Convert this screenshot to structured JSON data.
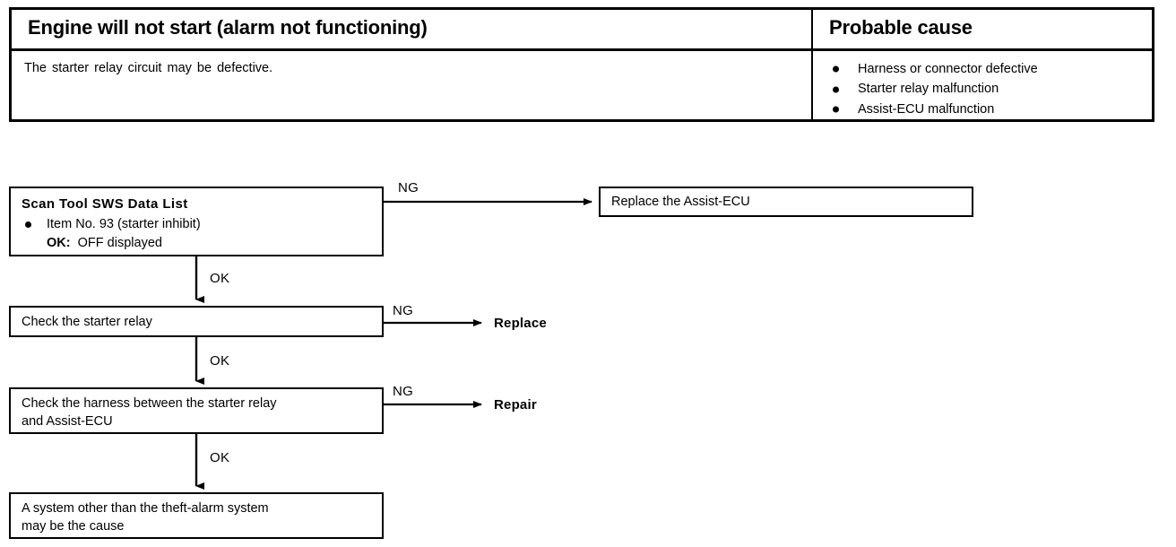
{
  "symptom_table": {
    "headers": {
      "left": "Engine will not start (alarm not functioning)",
      "right": "Probable cause"
    },
    "left_cell": "The starter relay circuit may be defective.",
    "probable_causes": [
      "Harness or connector defective",
      "Starter relay malfunction",
      "Assist-ECU malfunction"
    ]
  },
  "flowchart": {
    "boxes": {
      "scan_tool": {
        "title": "Scan Tool SWS Data List",
        "item": "Item No. 93 (starter inhibit)",
        "ok_label": "OK:",
        "ok_value": "OFF displayed"
      },
      "replace_ecu": "Replace the Assist-ECU",
      "check_relay": "Check the starter relay",
      "check_harness_line1": "Check the harness between the starter relay",
      "check_harness_line2": "and Assist-ECU",
      "other_system_line1": "A system other than the theft-alarm system",
      "other_system_line2": "may be the cause"
    },
    "labels": {
      "ng1": "NG",
      "ng2": "NG",
      "ng3": "NG",
      "ok1": "OK",
      "ok2": "OK",
      "ok3": "OK"
    },
    "terminals": {
      "replace": "Replace",
      "repair": "Repair"
    }
  },
  "colors": {
    "ink": "#000000",
    "paper": "#ffffff"
  }
}
